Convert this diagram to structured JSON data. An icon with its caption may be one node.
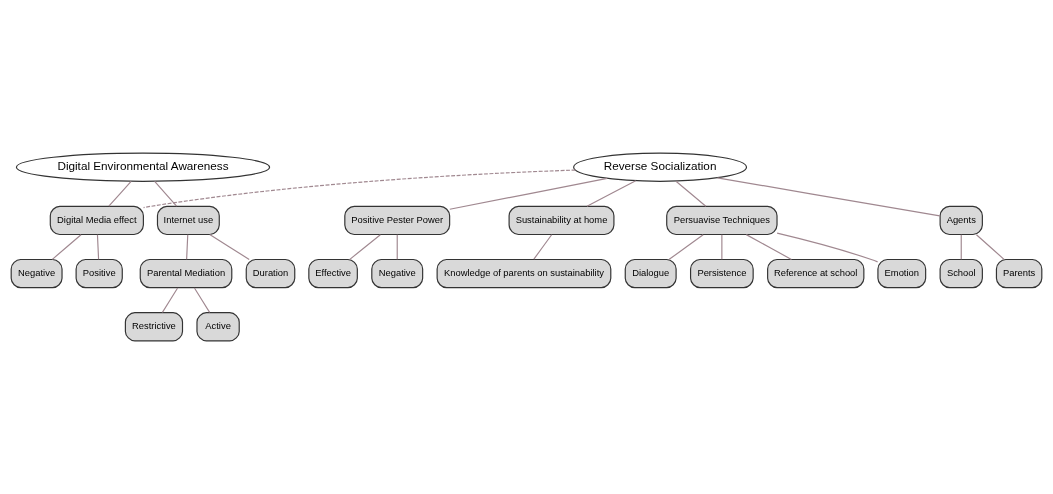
{
  "diagram": {
    "nodes": [
      {
        "text": [
          "Digital Environmental Awareness"
        ]
      },
      {
        "text": [
          "Reverse Socialization"
        ]
      },
      {
        "text": [
          "Digital Media effect"
        ]
      },
      {
        "text": [
          "Internet use"
        ]
      },
      {
        "text": [
          "Negative"
        ]
      },
      {
        "text": [
          "Positive"
        ]
      },
      {
        "text": [
          "Parental Mediation"
        ]
      },
      {
        "text": [
          "Duration"
        ]
      },
      {
        "text": [
          "Restrictive"
        ]
      },
      {
        "text": [
          "Active"
        ]
      },
      {
        "text": [
          "Positive Pester Power"
        ]
      },
      {
        "text": [
          "Sustainability at home"
        ]
      },
      {
        "text": [
          "Effective"
        ]
      },
      {
        "text": [
          "Negative"
        ]
      },
      {
        "text": [
          "Persuavise Techniques"
        ]
      },
      {
        "text": [
          "Knowledge of parents on sustainability"
        ]
      },
      {
        "text": [
          "Agents"
        ]
      },
      {
        "text": [
          "Dialogue"
        ]
      },
      {
        "text": [
          "Persistence"
        ]
      },
      {
        "text": [
          "Reference at school"
        ]
      },
      {
        "text": [
          "Emotion"
        ]
      },
      {
        "text": [
          "School"
        ]
      },
      {
        "text": [
          "Parents"
        ]
      }
    ],
    "edges": [
      {
        "from": 0,
        "to": 2,
        "arrow": "none"
      },
      {
        "from": 0,
        "to": 3,
        "arrow": "none"
      },
      {
        "from": 1,
        "to": 2,
        "arrow": "none",
        "style": "dashed"
      },
      {
        "from": 2,
        "to": 4,
        "arrow": "none"
      },
      {
        "from": 2,
        "to": 5,
        "arrow": "none"
      },
      {
        "from": 3,
        "to": 7,
        "arrow": "none"
      },
      {
        "from": 3,
        "to": 6,
        "arrow": "none"
      },
      {
        "from": 6,
        "to": 8,
        "arrow": "none"
      },
      {
        "from": 6,
        "to": 9,
        "arrow": "none"
      },
      {
        "from": 1,
        "to": 10,
        "arrow": "none"
      },
      {
        "from": 1,
        "to": 16,
        "arrow": "none"
      },
      {
        "from": 1,
        "to": 14,
        "arrow": "none"
      },
      {
        "from": 1,
        "to": 11,
        "arrow": "none"
      },
      {
        "from": 10,
        "to": 12,
        "arrow": "none"
      },
      {
        "from": 10,
        "to": 13,
        "arrow": "none"
      },
      {
        "from": 11,
        "to": 15,
        "arrow": "none"
      },
      {
        "from": 16,
        "to": 21,
        "arrow": "none"
      },
      {
        "from": 16,
        "to": 22,
        "arrow": "none"
      },
      {
        "from": 14,
        "to": 17,
        "arrow": "none"
      },
      {
        "from": 14,
        "to": 18,
        "arrow": "none"
      },
      {
        "from": 14,
        "to": 20,
        "arrow": "none"
      },
      {
        "from": 14,
        "to": 19,
        "arrow": "none"
      }
    ]
  }
}
